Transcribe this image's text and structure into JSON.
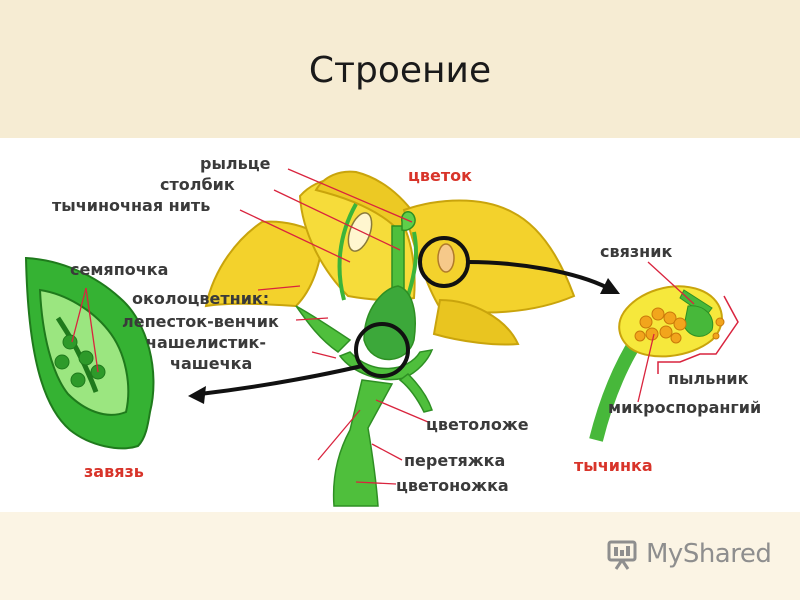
{
  "slide": {
    "title": "Строение"
  },
  "labels": {
    "stigma": "рыльце",
    "style": "столбик",
    "filament": "тычиночная нить",
    "flower": "цветок",
    "connective": "связник",
    "ovule": "семяпочка",
    "perianth": "околоцветник:",
    "corolla": "лепесток-венчик",
    "sepal": "чашелистик-",
    "calyx": "чашечка",
    "receptacle": "цветоложе",
    "anther": "пыльник",
    "microsporangium": "микроспорангий",
    "constriction": "перетяжка",
    "pedicel": "цветоножка",
    "ovary": "завязь",
    "stamen": "тычинка"
  },
  "footer": {
    "logo_text": "MyShared"
  }
}
